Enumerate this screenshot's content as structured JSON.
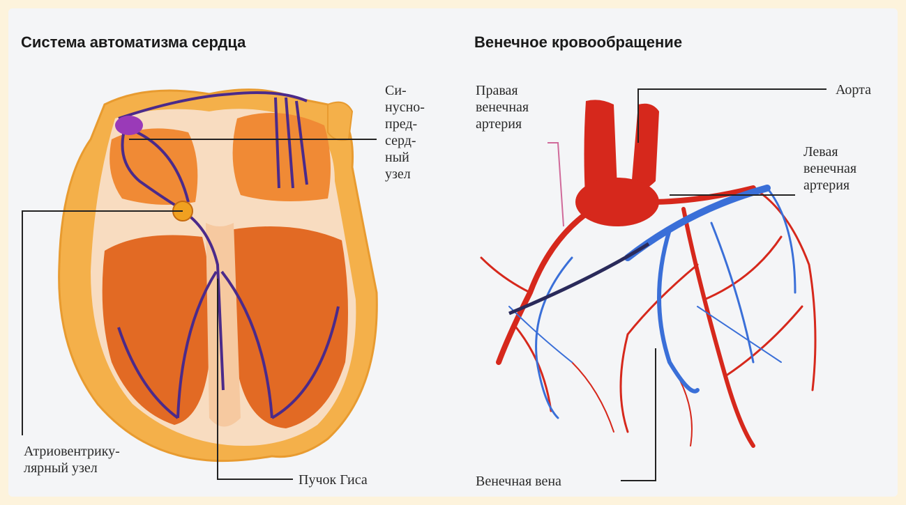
{
  "left_panel": {
    "title": "Система автоматизма сердца",
    "labels": {
      "sa_node": [
        "Си-",
        "нусно-",
        "пред-",
        "серд-",
        "ный",
        "узел"
      ],
      "av_node": [
        "Атриовентрику-",
        "лярный узел"
      ],
      "his_bundle": "Пучок Гиса"
    }
  },
  "right_panel": {
    "title": "Венечное кровообращение",
    "labels": {
      "right_coronary_artery": [
        "Правая",
        "венечная",
        "артерия"
      ],
      "aorta": "Аорта",
      "left_coronary_artery": [
        "Левая",
        "венечная",
        "артерия"
      ],
      "coronary_vein": "Венечная вена"
    }
  },
  "colors": {
    "background": "#fdf3dc",
    "panel": "#f4f5f7",
    "heart_outer": "#f4b04a",
    "heart_inner": "#e8752a",
    "muscle": "#d95a1e",
    "conduction": "#4b2a8a",
    "node": "#f0a020",
    "artery": "#d6281c",
    "vein": "#3a6fd8",
    "leader": "#222222"
  }
}
